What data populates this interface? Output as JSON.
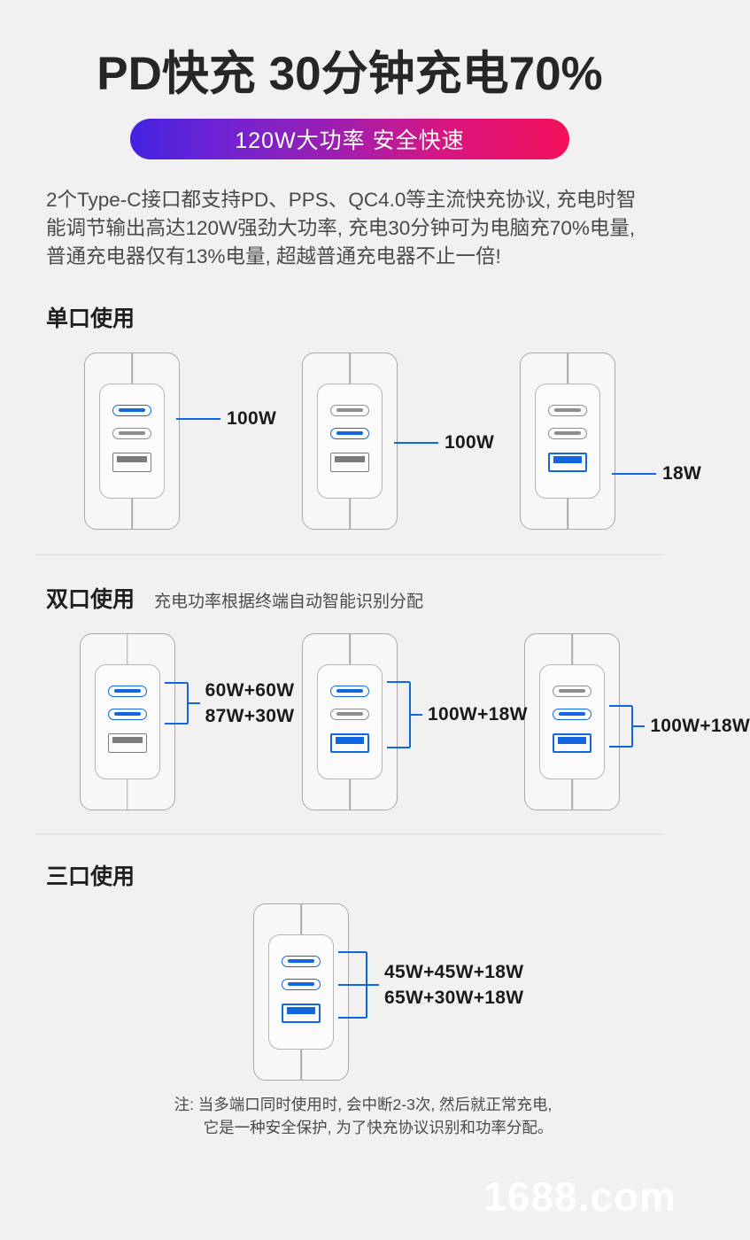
{
  "header": {
    "title": "PD快充 30分钟充电70%",
    "badge": "120W大功率 安全快速",
    "badge_gradient_from": "#4422e2",
    "badge_gradient_to": "#f3105c"
  },
  "intro": "2个Type-C接口都支持PD、PPS、QC4.0等主流快充协议, 充电时智能调节输出高达120W强劲大功率, 充电30分钟可为电脑充70%电量, 普通充电器仅有13%电量, 超越普通充电器不止一倍!",
  "accent_color": "#1266e0",
  "sections": [
    {
      "title": "单口使用",
      "subtitle": "",
      "diagrams": [
        {
          "active": [
            true,
            false,
            false
          ],
          "labels": [
            "100W"
          ]
        },
        {
          "active": [
            false,
            true,
            false
          ],
          "labels": [
            "100W"
          ]
        },
        {
          "active": [
            false,
            false,
            true
          ],
          "labels": [
            "18W"
          ]
        }
      ]
    },
    {
      "title": "双口使用",
      "subtitle": "充电功率根据终端自动智能识别分配",
      "diagrams": [
        {
          "active": [
            true,
            true,
            false
          ],
          "labels": [
            "60W+60W",
            "87W+30W"
          ]
        },
        {
          "active": [
            true,
            false,
            true
          ],
          "labels": [
            "100W+18W"
          ]
        },
        {
          "active": [
            false,
            true,
            true
          ],
          "labels": [
            "100W+18W"
          ]
        }
      ]
    },
    {
      "title": "三口使用",
      "subtitle": "",
      "diagrams": [
        {
          "active": [
            true,
            true,
            true
          ],
          "labels": [
            "45W+45W+18W",
            "65W+30W+18W"
          ]
        }
      ]
    }
  ],
  "note": {
    "line1": "注: 当多端口同时使用时, 会中断2-3次, 然后就正常充电,",
    "line2": "它是一种安全保护, 为了快充协议识别和功率分配。"
  },
  "watermark": "1688.com",
  "port_names": [
    "usb-c-port-top",
    "usb-c-port-middle",
    "usb-a-port-bottom"
  ]
}
